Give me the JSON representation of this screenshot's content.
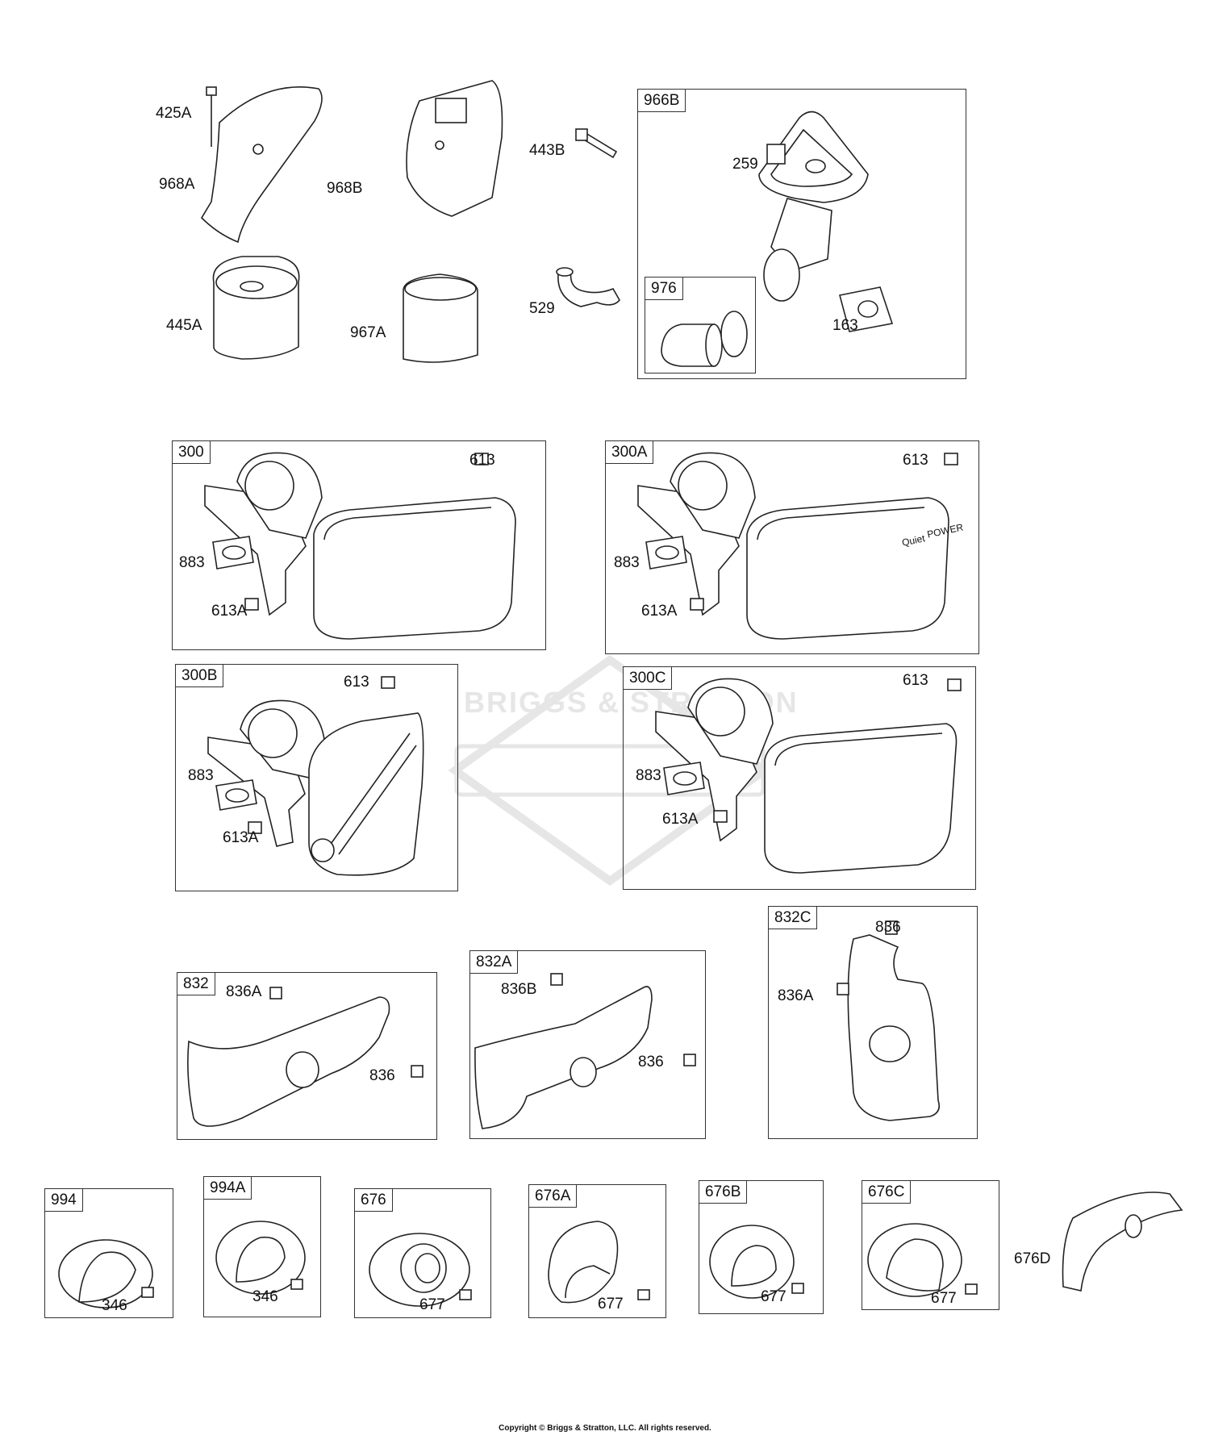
{
  "diagram": {
    "top_labels": {
      "p425A": "425A",
      "p968A": "968A",
      "p968B": "968B",
      "p443B": "443B",
      "p445A": "445A",
      "p967A": "967A",
      "p529": "529"
    },
    "box_966B": {
      "tag": "966B",
      "p259": "259",
      "p163": "163"
    },
    "box_976": {
      "tag": "976"
    },
    "box_300": {
      "tag": "300",
      "p613": "613",
      "p883": "883",
      "p613A": "613A"
    },
    "box_300A": {
      "tag": "300A",
      "p613": "613",
      "p883": "883",
      "p613A": "613A"
    },
    "box_300B": {
      "tag": "300B",
      "p613": "613",
      "p883": "883",
      "p613A": "613A"
    },
    "box_300C": {
      "tag": "300C",
      "p613": "613",
      "p883": "883",
      "p613A": "613A"
    },
    "box_832": {
      "tag": "832",
      "p836A": "836A",
      "p836": "836"
    },
    "box_832A": {
      "tag": "832A",
      "p836B": "836B",
      "p836": "836"
    },
    "box_832C": {
      "tag": "832C",
      "p836": "836",
      "p836A": "836A"
    },
    "box_994": {
      "tag": "994",
      "p346": "346"
    },
    "box_994A": {
      "tag": "994A",
      "p346": "346"
    },
    "box_676": {
      "tag": "676",
      "p677": "677"
    },
    "box_676A": {
      "tag": "676A",
      "p677": "677"
    },
    "box_676B": {
      "tag": "676B",
      "p677": "677"
    },
    "box_676C": {
      "tag": "676C",
      "p677": "677"
    },
    "p676D": "676D",
    "muffler_300A_text_quiet": "Quiet",
    "muffler_300A_text_power": "POWER"
  },
  "watermark": "BRIGGS & STRATTON",
  "footer": "Copyright © Briggs & Stratton, LLC. All rights reserved."
}
